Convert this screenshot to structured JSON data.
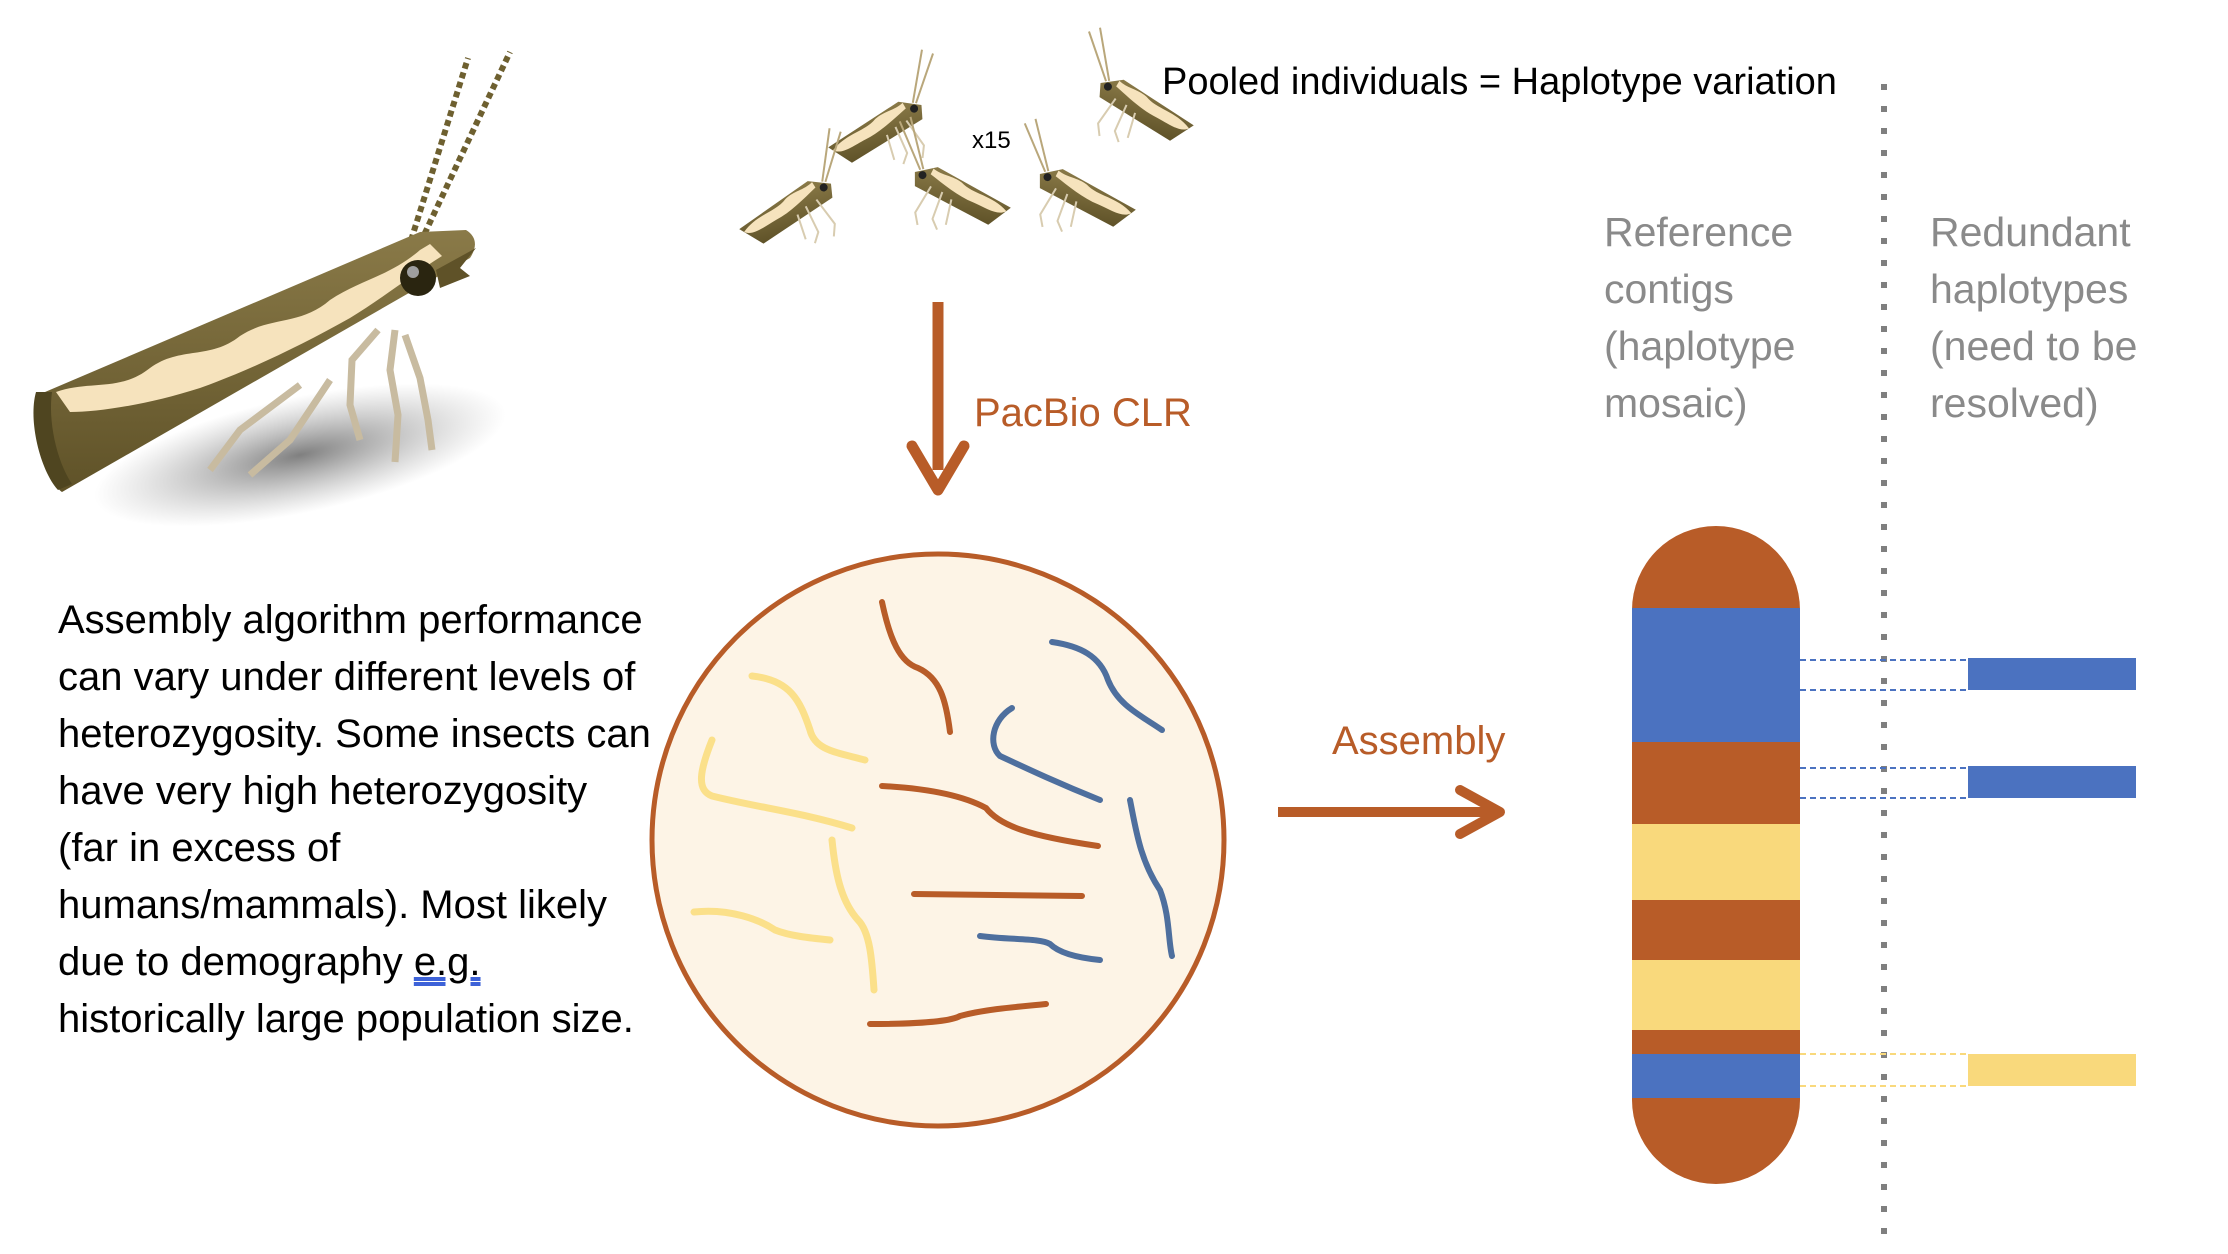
{
  "header": {
    "pooled_label": "Pooled individuals = Haplotype variation",
    "count_label": "x15"
  },
  "steps": {
    "sequencing_label": "PacBio CLR",
    "assembly_label": "Assembly"
  },
  "columns": {
    "reference": "Reference\ncontigs\n(haplotype\nmosaic)",
    "redundant": "Redundant\nhaplotypes\n(need to be\nresolved)"
  },
  "description": {
    "before": "Assembly algorithm performance can vary under different levels of heterozygosity. Some insects can have very high heterozygosity (far in excess of humans/mammals). Most likely due to demography ",
    "eg": "e.g.",
    "after": " historically large population size."
  },
  "colors": {
    "orange": "#b85c28",
    "blue": "#4b72c0",
    "yellow": "#f9d97c",
    "steel_blue": "#4e6f9e",
    "pale_yellow": "#fbe08a",
    "circle_fill": "#fdf4e6",
    "label_grey": "#8a8a8a",
    "moth_body": "#7a6a3c",
    "moth_cream": "#f6e3bd"
  },
  "icons": [
    "moth-large-icon",
    "moth-small-icon",
    "down-arrow-icon",
    "right-arrow-icon",
    "reads-circle-icon",
    "contig-chromosome-icon"
  ]
}
